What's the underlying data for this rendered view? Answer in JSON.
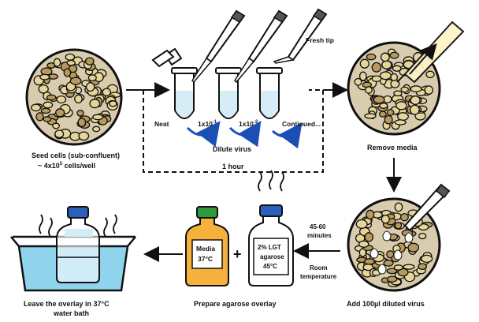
{
  "labels": {
    "fresh_tip": "Fresh tip",
    "neat": "Neat",
    "dil1_base": "1x10",
    "dil1_exp": "-1",
    "dil2_base": "1x10",
    "dil2_exp": "-2",
    "continued": "Continued...",
    "dilute_virus": "Dilute virus",
    "one_hour": "1 hour",
    "seed_cells_1": "Seed cells (sub-confluent)",
    "seed_cells_2_prefix": "~ 4x10",
    "seed_cells_2_exp": "5",
    "seed_cells_2_suffix": " cells/well",
    "remove_media": "Remove media",
    "add_virus": "Add 100µl diluted virus",
    "time_1": "45-60",
    "time_2": "minutes",
    "room_1": "Room",
    "room_2": "temperature",
    "media_1": "Media",
    "media_2": "37°C",
    "agarose_1": "2% LGT",
    "agarose_2": "agarose",
    "agarose_3": "45°C",
    "plus": "+",
    "prepare_overlay": "Prepare agarose overlay",
    "leave_1": "Leave the overlay in 37°C",
    "leave_2": "water bath"
  },
  "colors": {
    "cell_light": "#e6d59a",
    "cell_dark": "#b89a5c",
    "well_fill": "#d9ccae",
    "liquid": "#d6ecf7",
    "arrow_blue": "#1a4fb5",
    "bottle_orange": "#f5b13c",
    "cap_green": "#2e9a3a",
    "cap_blue": "#2b5fbf",
    "water": "#8fd3ec"
  }
}
